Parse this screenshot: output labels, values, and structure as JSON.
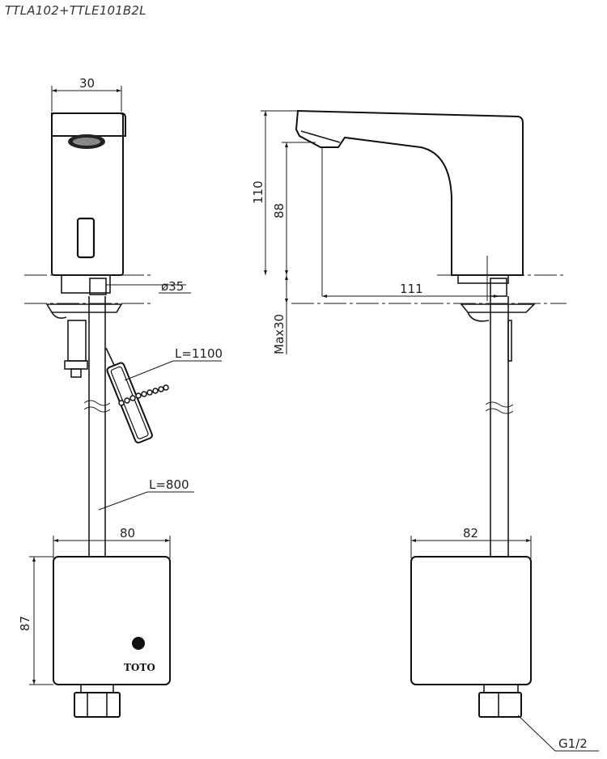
{
  "header": {
    "model_number": "TTLA102+TTLE101B2L"
  },
  "dimensions": {
    "spout_width": "30",
    "total_height": "110",
    "spout_height": "88",
    "inlet_diameter": "ø35",
    "reach": "111",
    "max_counter_thickness": "Max30",
    "hose_length_long": "L=1100",
    "hose_length_short": "L=800",
    "box_width_front": "80",
    "box_width_side": "82",
    "box_height": "87",
    "thread": "G1/2"
  },
  "labels": {
    "brand": "TOTO"
  }
}
